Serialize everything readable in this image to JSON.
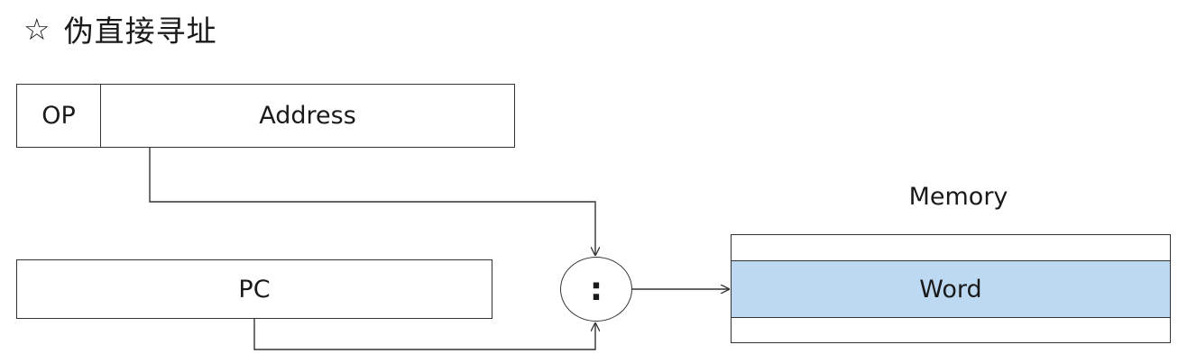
{
  "title": {
    "icon": "star-outline-icon",
    "star": "☆",
    "text": "伪直接寻址"
  },
  "instruction": {
    "op": "OP",
    "address": "Address"
  },
  "pc": {
    "label": "PC"
  },
  "concat": {
    "symbol": ":"
  },
  "memory": {
    "label": "Memory",
    "word": "Word",
    "word_color": "#bcd9f1"
  }
}
